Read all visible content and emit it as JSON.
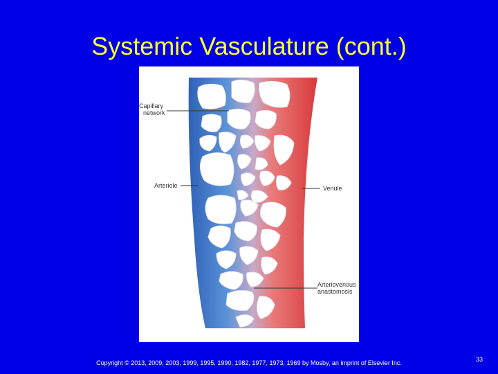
{
  "slide": {
    "title": "Systemic Vasculature (cont.)",
    "footer": "Copyright © 2013, 2009, 2003, 1999, 1995, 1990, 1982, 1977, 1973, 1969 by Mosby, an imprint of Elsevier Inc.",
    "number": "33"
  },
  "figure": {
    "labels": {
      "capillary_line1": "Capillary",
      "capillary_line2": "network",
      "arteriole": "Arteriole",
      "venule": "Venule",
      "anastomosis_line1": "Arteriovenous",
      "anastomosis_line2": "anastomosis"
    },
    "colors": {
      "arteriole": "#3a74c8",
      "venule": "#e24a4a",
      "background": "#0000e6",
      "title": "#ffff33"
    }
  }
}
